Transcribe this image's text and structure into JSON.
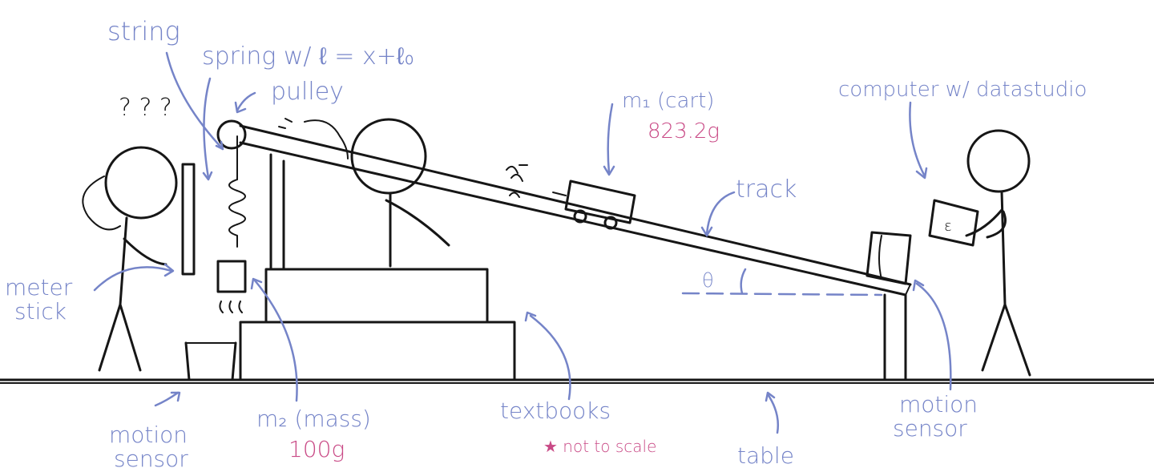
{
  "labels": {
    "string": "string",
    "spring": "spring w/ ℓ = x+ℓ₀",
    "pulley": "pulley",
    "confusion": "? ? ?",
    "m1": "m₁ (cart)",
    "m1_value": "823.2g",
    "computer": "computer w/ datastudio",
    "track": "track",
    "theta": "θ",
    "meter_stick_1": "meter",
    "meter_stick_2": "stick",
    "motion_sensor_left_1": "motion",
    "motion_sensor_left_2": "sensor",
    "m2": "m₂ (mass)",
    "m2_value": "100g",
    "textbooks": "textbooks",
    "not_to_scale": "★ not to scale",
    "table": "table",
    "motion_sensor_right_1": "motion",
    "motion_sensor_right_2": "sensor",
    "screen_symbol": "ε"
  },
  "colors": {
    "label_blue": "#7584c8",
    "value_pink": "#c94a86",
    "ink": "#161616"
  }
}
